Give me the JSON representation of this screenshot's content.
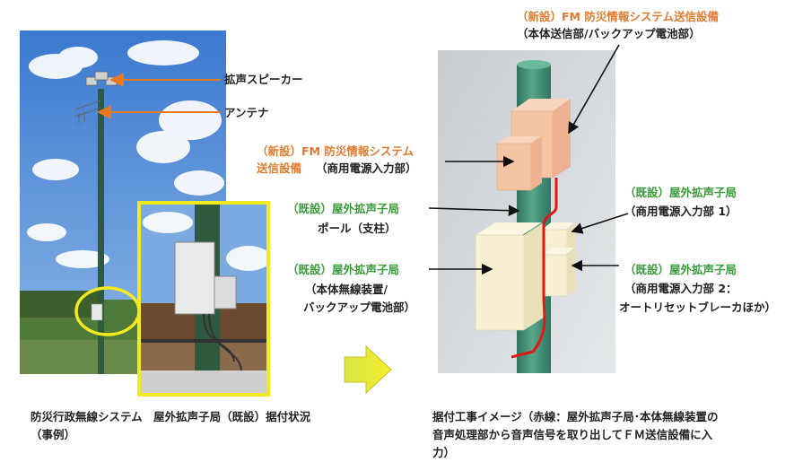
{
  "photo": {
    "label_speaker": "拡声スピーカー",
    "label_antenna": "アンテナ",
    "caption": "防災行政無線システム　屋外拡声子局（既設）据付状況（事例）",
    "colors": {
      "sky": "#4a86d6",
      "pole": "#2f5a40",
      "highlight": "#f2ea1c",
      "arrow": "#e8781f"
    }
  },
  "diagram": {
    "label_new_top_title": "（新設）FM 防災情報システム送信設備",
    "label_new_top_sub": "（本体送信部/バックアップ電池部）",
    "label_new_mid_line1": "（新設）FM 防災情報システム",
    "label_new_mid_line2a": "送信設備",
    "label_new_mid_line2b": "（商用電源入力部）",
    "label_pole_title": "（既設）屋外拡声子局",
    "label_pole_sub": "ポール（支柱）",
    "label_body_title": "（既設）屋外拡声子局",
    "label_body_sub1": "（本体無線装置/",
    "label_body_sub2": "バックアップ電池部）",
    "label_right1_title": "（既設）屋外拡声子局",
    "label_right1_sub": "（商用電源入力部 1）",
    "label_right2_title": "（既設）屋外拡声子局",
    "label_right2_sub1": "（商用電源入力部 2：",
    "label_right2_sub2": "オートリセットブレーカほか）",
    "caption": "据付工事イメージ（赤線：屋外拡声子局･本体無線装置の音声処理部から音声信号を取り出してＦＭ送信設備に入力）",
    "colors": {
      "new_box": "#f6c7aa",
      "old_box": "#f7f0d4",
      "pole": "#3d8a72",
      "wire": "#e01818",
      "bg": "#d9dde1"
    }
  }
}
